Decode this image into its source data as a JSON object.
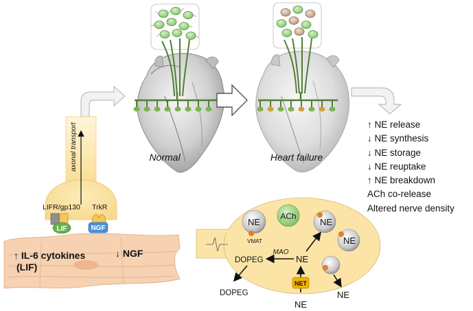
{
  "labels": {
    "axonal_transport": "axonal transport",
    "normal": "Normal",
    "heart_failure": "Heart failure",
    "lifr": "LIFR/gp130",
    "trkr": "TrkR",
    "lif": "LIF",
    "ngf": "NGF",
    "il6_line1": "↑ IL-6 cytokines",
    "il6_line2": "(LIF)",
    "ngf_down": "↓ NGF",
    "ne_vesicle": "NE",
    "vmat": "VMAT",
    "ach": "ACh",
    "ne_center": "NE",
    "mao": "MAO",
    "dopeg_inner": "DOPEG",
    "dopeg_outer": "DOPEG",
    "net": "NET",
    "ne_out_bottom": "NE",
    "ne_out_right": "NE"
  },
  "effects": [
    "↑ NE release",
    "↓ NE synthesis",
    "↓ NE storage",
    "↓ NE reuptake",
    "↑ NE breakdown",
    "ACh co-release",
    "Altered nerve density"
  ],
  "colors": {
    "neuron_green": "#8fcf7a",
    "neuron_brown": "#c9a98f",
    "axon_green": "#4f7f32",
    "cell_yellow": "#fbe4a6",
    "muscle": "#f6d2b2",
    "lif_green": "#6ab04c",
    "ngf_blue": "#4a90d9",
    "net_yellow": "#f0b400",
    "vesicle_dot": "#e67e22"
  }
}
